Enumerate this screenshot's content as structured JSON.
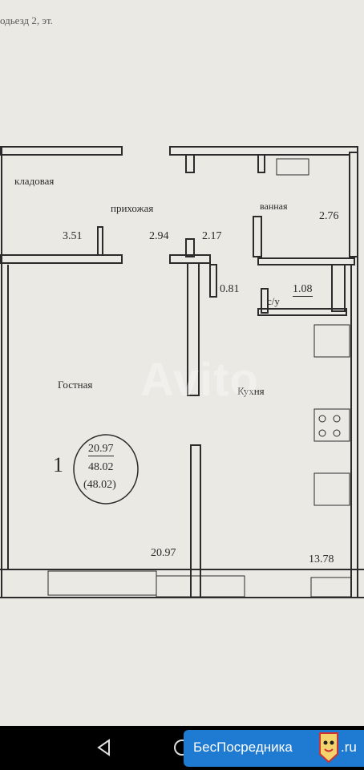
{
  "header_fragment": "одьезд 2, эт.",
  "rooms": {
    "storage": {
      "name": "кладовая",
      "area": "3.51"
    },
    "hall": {
      "name": "прихожая",
      "area_a": "2.94",
      "area_b": "2.17"
    },
    "bath": {
      "name": "ванная",
      "area": "2.76"
    },
    "closet": {
      "area": "0.81"
    },
    "wc": {
      "name": "с/у",
      "area": "1.08"
    },
    "living": {
      "name": "Гостная",
      "area": "20.97"
    },
    "kitchen": {
      "name": "Кухня",
      "area": "13.78"
    }
  },
  "summary": {
    "rooms_count": "1",
    "living_area": "20.97",
    "total_area": "48.02",
    "total_area_alt": "(48.02)"
  },
  "watermark": "Avito",
  "brand": {
    "name": "БесПосредника",
    "suffix": ".ru",
    "color": "#1e7bd1"
  },
  "nav": {
    "back": "back-icon",
    "home": "home-icon"
  }
}
